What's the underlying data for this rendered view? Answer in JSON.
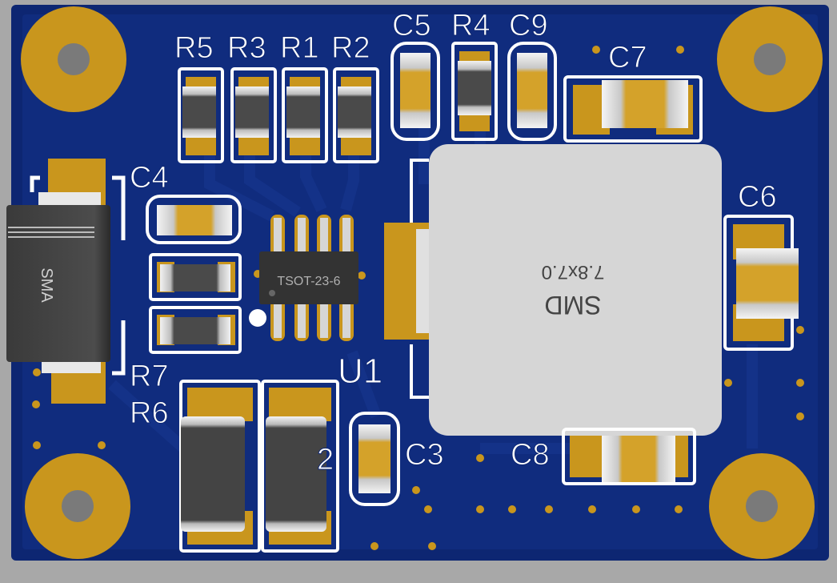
{
  "board": {
    "background": "#a8a8a8",
    "pcb_color": "#0d2672",
    "copper_color": "#c9961d",
    "silk_color": "#ffffff"
  },
  "labels": {
    "R5": "R5",
    "R3": "R3",
    "R1": "R1",
    "R2": "R2",
    "C5": "C5",
    "R4": "R4",
    "C9": "C9",
    "C7": "C7",
    "C4": "C4",
    "C6": "C6",
    "R7": "R7",
    "R6": "R6",
    "U1": "U1",
    "C3": "C3",
    "C8": "C8",
    "R6_partial": "2"
  },
  "packages": {
    "diode": "SMA",
    "ic": "TSOT-23-6",
    "inductor_line1": "SMD",
    "inductor_line2": "7.8x7.0"
  }
}
